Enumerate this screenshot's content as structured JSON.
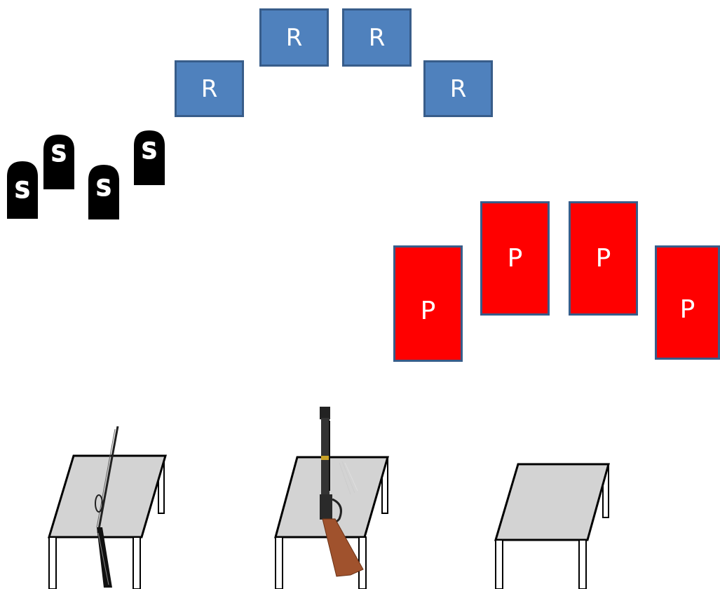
{
  "rifle_targets": {
    "label": "R",
    "items": [
      {
        "label": "R"
      },
      {
        "label": "R"
      },
      {
        "label": "R"
      },
      {
        "label": "R"
      }
    ]
  },
  "shotgun_targets": {
    "label": "S",
    "items": [
      {
        "label": "S"
      },
      {
        "label": "S"
      },
      {
        "label": "S"
      },
      {
        "label": "S"
      }
    ]
  },
  "pistol_targets": {
    "label": "P",
    "items": [
      {
        "label": "P"
      },
      {
        "label": "P"
      },
      {
        "label": "P"
      },
      {
        "label": "P"
      }
    ]
  },
  "tables": [
    {
      "gun": "shotgun"
    },
    {
      "gun": "lever-action-rifle"
    },
    {
      "gun": "none"
    }
  ],
  "colors": {
    "rifle_target_fill": "#4f81bd",
    "rifle_target_border": "#385d8a",
    "pistol_target_fill": "#ff0000",
    "pistol_target_border": "#385d8a",
    "shotgun_target_fill": "#000000",
    "table_top": "#d3d3d3",
    "rifle_stock": "#a0522d"
  }
}
